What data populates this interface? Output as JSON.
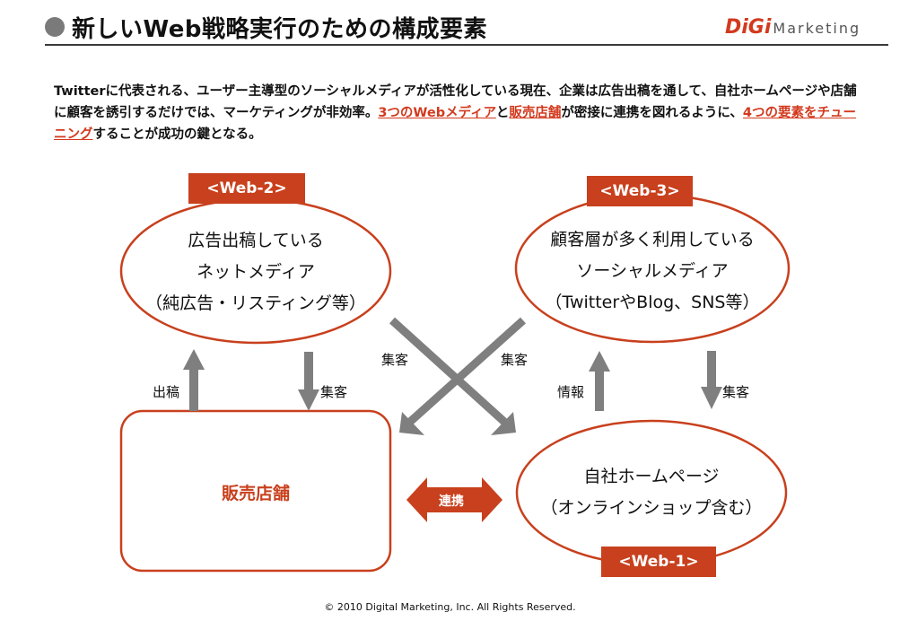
{
  "title": "新しいWeb戦略実行のための構成要素",
  "logo": {
    "part1": "DiGi",
    "part2": "Marketing"
  },
  "intro": {
    "t1": "Twitterに代表される、ユーザー主導型のソーシャルメディアが活性化している現在、企業は広告出稿を通して、自社ホームページや店舗に顧客を誘引するだけでは、マーケティングが非効率。",
    "h1": "3つのWebメディア",
    "t2": "と",
    "h2": "販売店舗",
    "t3": "が密接に連携を図れるように、",
    "h3": "4つの要素をチューニング",
    "t4": "することが成功の鍵となる。"
  },
  "web2": {
    "tag": "<Web-2>",
    "line1": "広告出稿している",
    "line2": "ネットメディア",
    "line3": "（純広告・リスティング等）"
  },
  "web3": {
    "tag": "<Web-3>",
    "line1": "顧客層が多く利用している",
    "line2": "ソーシャルメディア",
    "line3": "（TwitterやBlog、SNS等）"
  },
  "web1": {
    "tag": "<Web-1>",
    "line1": "自社ホームページ",
    "line2": "（オンラインショップ含む）"
  },
  "store": {
    "label": "販売店舗"
  },
  "labels": {
    "left_up": "出稿",
    "left_down": "集客",
    "cross_left": "集客",
    "cross_right": "集客",
    "right_up": "情報",
    "right_down": "集客",
    "link": "連携"
  },
  "footer": "© 2010 Digital Marketing, Inc. All Rights Reserved.",
  "colors": {
    "accent": "#c8401d",
    "arrow": "#7f7f7f"
  }
}
